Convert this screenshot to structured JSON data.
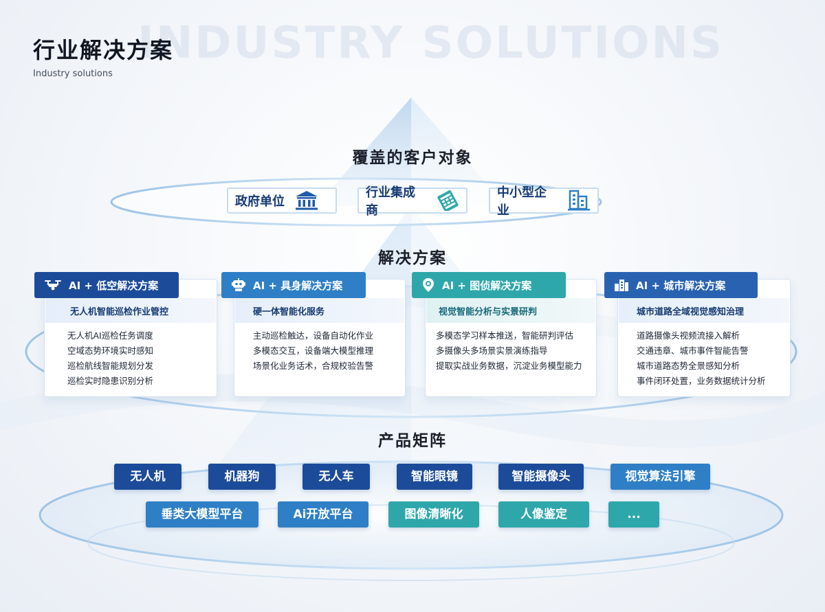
{
  "header": {
    "title": "行业解决方案",
    "subtitle": "Industry solutions",
    "watermark": "INDUSTRY SOLUTIONS"
  },
  "customers": {
    "heading": "覆盖的客户对象",
    "items": [
      {
        "label": "政府单位",
        "icon": "government-building-icon"
      },
      {
        "label": "行业集成商",
        "icon": "document-stack-icon"
      },
      {
        "label": "中小型企业",
        "icon": "office-building-icon"
      }
    ]
  },
  "solutions": {
    "heading": "解决方案",
    "cards": [
      {
        "title": "AI + 低空解决方案",
        "icon": "drone-icon",
        "subtitle": "无人机智能巡检作业管控",
        "items": [
          "无人机AI巡检任务调度",
          "空域态势环境实时感知",
          "巡检航线智能规划分发",
          "巡检实时隐患识别分析"
        ]
      },
      {
        "title": "AI + 具身解决方案",
        "icon": "robot-icon",
        "subtitle": "硬一体智能化服务",
        "items": [
          "主动巡检触达，设备自动化作业",
          "多模态交互，设备端大模型推理",
          "场景化业务话术，合规校验告警"
        ]
      },
      {
        "title": "AI + 图侦解决方案",
        "icon": "location-search-icon",
        "subtitle": "视觉智能分析与实景研判",
        "items": [
          "多模态学习样本推送，智能研判评估",
          "多摄像头多场景实景演练指导",
          "提取实战业务数据，沉淀业务模型能力"
        ]
      },
      {
        "title": "AI + 城市解决方案",
        "icon": "city-icon",
        "subtitle": "城市道路全域视觉感知治理",
        "items": [
          "道路摄像头视频流接入解析",
          "交通违章、城市事件智能告警",
          "城市道路态势全景感知分析",
          "事件闭环处置，业务数据统计分析"
        ]
      }
    ]
  },
  "products": {
    "heading": "产品矩阵",
    "row1": [
      "无人机",
      "机器狗",
      "无人车",
      "智能眼镜",
      "智能摄像头",
      "视觉算法引擎"
    ],
    "row2": [
      "垂类大模型平台",
      "Ai开放平台",
      "图像清晰化",
      "人像鉴定",
      "..."
    ]
  },
  "colors": {
    "navy": "#1c4b9a",
    "blue": "#2e7fc6",
    "teal": "#2ea7ab",
    "pill_text": "#163a72"
  }
}
